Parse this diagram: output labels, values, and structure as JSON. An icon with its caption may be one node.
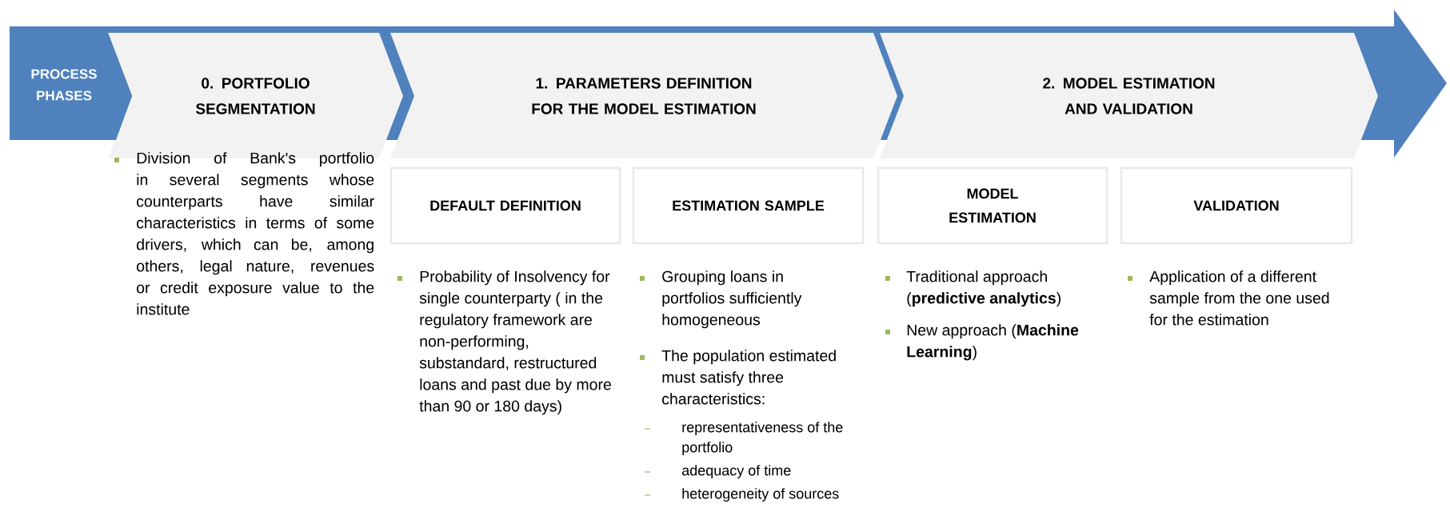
{
  "diagram": {
    "nodes": [
      {
        "text": [
          "PROCESS PHASES"
        ]
      },
      {
        "text": [
          "0. PORTFOLIO SEGMENTATION"
        ],
        "beside": [
          "Division of Bank's portfolio in several segments whose counterparts have similar characteristics in terms of some drivers, which can be, among others,  legal nature, revenues or credit exposure value to the institute"
        ]
      },
      {
        "text": [
          "1. PARAMETERS DEFINITION FOR THE MODEL ESTIMATION"
        ]
      },
      {
        "text": [
          "2. MODEL ESTIMATION AND VALIDATION"
        ]
      },
      {
        "text": [
          "DEFAULT DEFINITION"
        ],
        "beside": [
          "Probability of Insolvency for single counterparty ( in the regulatory framework are non-performing, substandard, restructured loans and past due by more than 90 or 180 days)"
        ]
      },
      {
        "text": [
          "ESTIMATION SAMPLE"
        ],
        "beside": [
          "Grouping loans in portfolios sufficiently homogeneous",
          "The population estimated must satisfy three characteristics:",
          "representativeness of the portfolio",
          "adequacy of time",
          "heterogeneity of sources"
        ]
      },
      {
        "text": [
          "MODEL ESTIMATION"
        ],
        "beside": [
          "Traditional approach (**predictive analytics**)",
          "New approach (**Machine Learning**)"
        ]
      },
      {
        "text": [
          "VALIDATION"
        ],
        "beside": [
          "Application of a different sample from the one used for the estimation"
        ]
      }
    ],
    "edges": []
  }
}
